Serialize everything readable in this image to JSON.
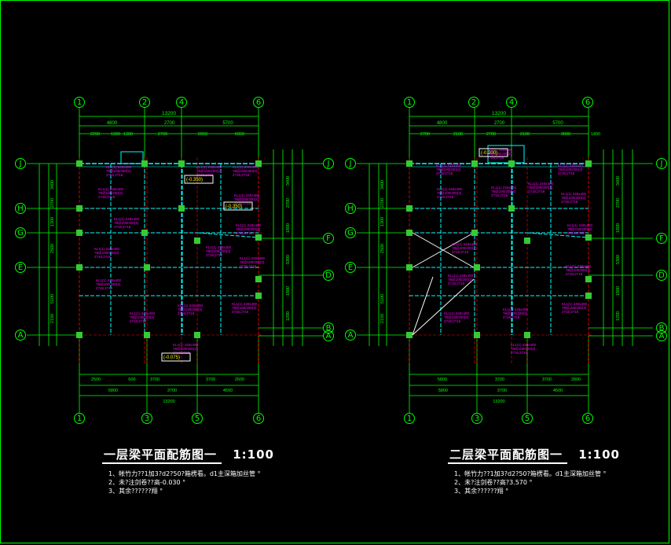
{
  "drawings": [
    {
      "title": "一层梁平面配筋图一",
      "scale": "1:100",
      "notes": [
        "1、帐竹力??1加3?d2?50?箱楞看。d1主深箱加丝管 °",
        "2、未?注剑卷??高-0.030 °",
        "3、其余??????翔 °"
      ],
      "top_axes": [
        "1",
        "2",
        "4",
        "6"
      ],
      "bottom_axes": [
        "1",
        "3",
        "5",
        "6"
      ],
      "left_axes": [
        "J",
        "H",
        "G",
        "E",
        "A"
      ],
      "right_axes": [
        "J",
        "F",
        "D",
        "B",
        "A"
      ],
      "dims_top_total": "13200",
      "dims_top_mid": [
        "4800",
        "2700",
        "5700"
      ],
      "dims_top_inner": [
        "2200",
        "1300",
        "1300",
        "2700",
        "6950",
        "6950"
      ],
      "dims_bottom_inner": [
        "2500",
        "600",
        "3700",
        "3700",
        "2600"
      ],
      "dims_bottom_mid": [
        "5800",
        "3700",
        "4500"
      ],
      "dims_bottom_total": "13200",
      "elev_labels": [
        "(-0.350)",
        "(-0.350)",
        "(-0.075)"
      ]
    },
    {
      "title": "二层梁平面配筋图一",
      "scale": "1:100",
      "notes": [
        "1、帐竹力??1加3?d2?50?箱楞看。d1主深箱加丝管 °",
        "2、未?注剑卷??高?3.570 °",
        "3、其余??????翔 °"
      ],
      "top_axes": [
        "1",
        "2",
        "4",
        "6"
      ],
      "bottom_axes": [
        "1",
        "3",
        "5",
        "6"
      ],
      "left_axes": [
        "J",
        "H",
        "G",
        "E",
        "A"
      ],
      "right_axes": [
        "J",
        "F",
        "D",
        "B",
        "A"
      ],
      "dims_top_total": "13200",
      "dims_top_mid": [
        "4800",
        "2700",
        "5700"
      ],
      "dims_top_inner": [
        "2700",
        "2100",
        "2700",
        "2100",
        "3000",
        "1400"
      ],
      "dims_bottom_inner": [
        "5800",
        "3700",
        "3700",
        "2800"
      ],
      "dims_bottom_mid": [
        "5800",
        "3700",
        "4500"
      ],
      "dims_bottom_total": "13200",
      "elev_labels": [
        "(-0.200)"
      ]
    }
  ],
  "colors": {
    "axis": "#00ff00",
    "beam": "#00ffff",
    "label": "#ff00ff",
    "column": "#33cc33",
    "centerline": "#ff0000",
    "text": "#ffffff",
    "elev": "#ffff00"
  }
}
